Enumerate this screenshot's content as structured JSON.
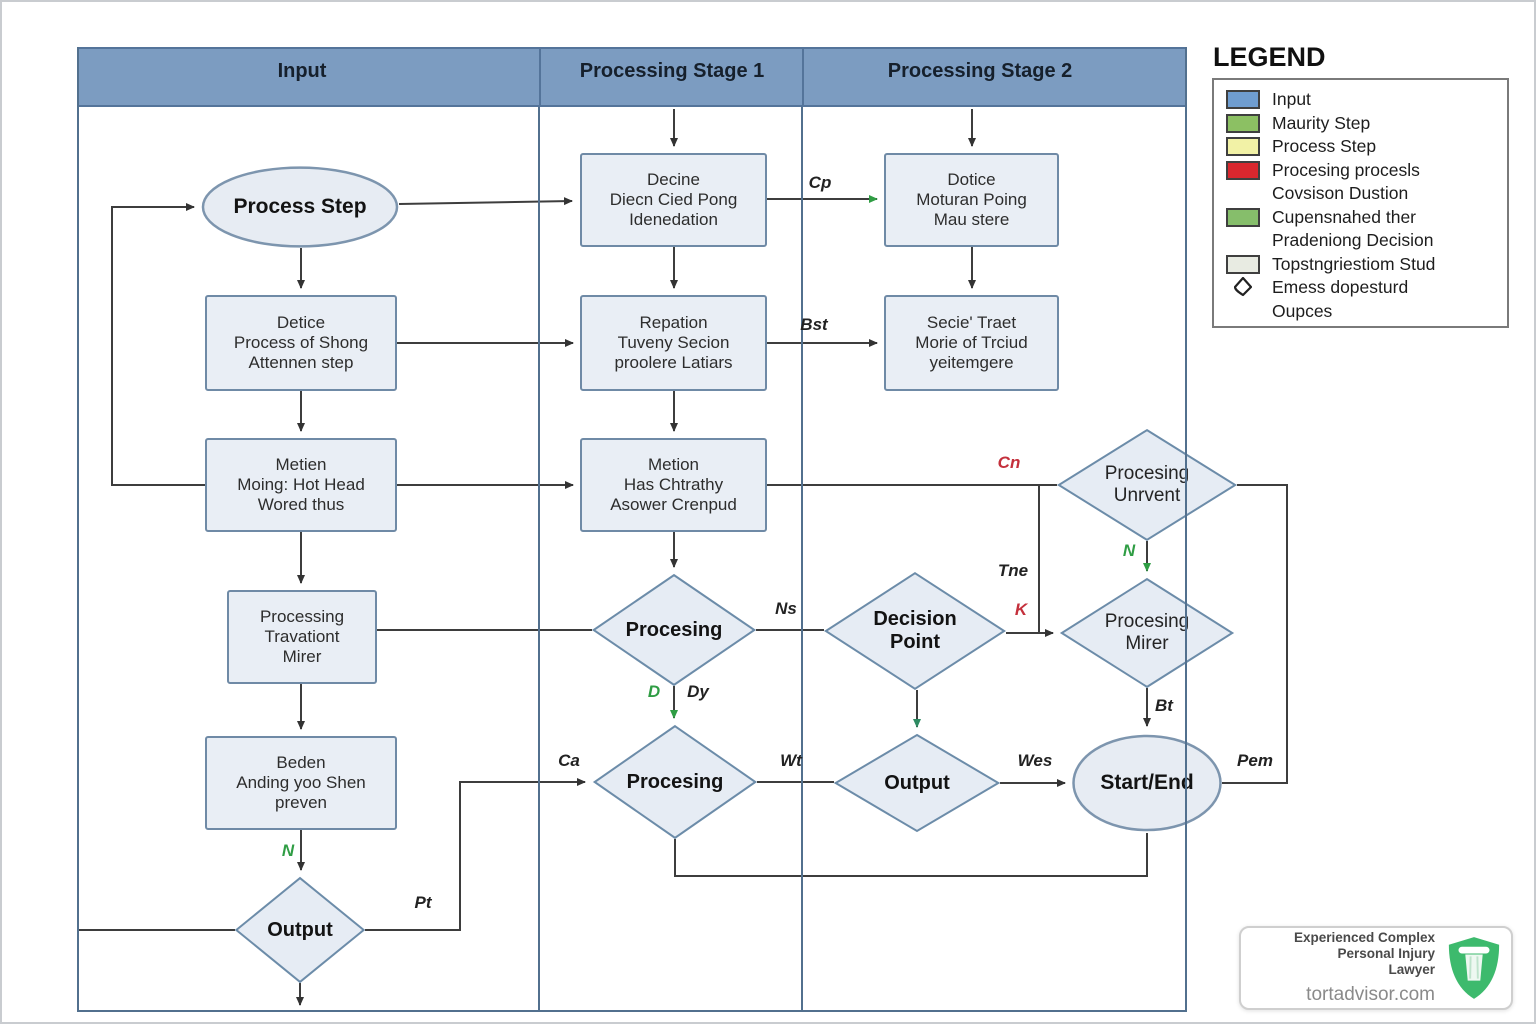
{
  "header": {
    "lanes": [
      {
        "label": "Input"
      },
      {
        "label": "Processing Stage 1"
      },
      {
        "label": "Processing Stage 2"
      }
    ]
  },
  "nodes": {
    "process_step": {
      "label": "Process Step"
    },
    "detice": {
      "lines": [
        "Detice",
        "Process of Shong",
        "Attennen step"
      ]
    },
    "metien": {
      "lines": [
        "Metien",
        "Moing: Hot Head",
        "Wored thus"
      ]
    },
    "travationt": {
      "lines": [
        "Processing",
        "Travationt",
        "Mirer"
      ]
    },
    "beden": {
      "lines": [
        "Beden",
        "Anding yoo Shen",
        "preven"
      ]
    },
    "output1": {
      "label": "Output"
    },
    "decine": {
      "lines": [
        "Decine",
        "Diecn Cied Pong",
        "Idenedation"
      ]
    },
    "repation": {
      "lines": [
        "Repation",
        "Tuveny Secion",
        "proolere Latiars"
      ]
    },
    "metion": {
      "lines": [
        "Metion",
        "Has Chtrathy",
        "Asower Crenpud"
      ]
    },
    "procesing_upper": {
      "label": "Procesing"
    },
    "procesing_lower": {
      "label": "Procesing"
    },
    "dotice": {
      "lines": [
        "Dotice",
        "Moturan Poing",
        "Mau stere"
      ]
    },
    "secie": {
      "lines": [
        "Secie' Traet",
        "Morie of Trciud",
        "yeitemgere"
      ]
    },
    "decision_point": {
      "lines": [
        "Decision",
        "Point"
      ]
    },
    "output2": {
      "label": "Output"
    },
    "unvent": {
      "lines": [
        "Procesing",
        "Unrvent"
      ]
    },
    "mirer": {
      "lines": [
        "Procesing",
        "Mirer"
      ]
    },
    "start_end": {
      "label": "Start/End"
    }
  },
  "edge_labels": {
    "cp": "Cp",
    "bst": "Bst",
    "cn": "Cn",
    "tne": "Tne",
    "k": "K",
    "n_unvent": "N",
    "ns": "Ns",
    "d": "D",
    "dy": "Dy",
    "wt": "Wt",
    "wes": "Wes",
    "bt": "Bt",
    "pem": "Pem",
    "pt": "Pt",
    "ca": "Ca",
    "n_beden": "N"
  },
  "legend": {
    "title": "LEGEND",
    "items": [
      {
        "swatch": "blue",
        "lines": [
          "Input"
        ]
      },
      {
        "swatch": "green",
        "lines": [
          "Maurity Step"
        ]
      },
      {
        "swatch": "yellow",
        "lines": [
          "Process Step"
        ]
      },
      {
        "swatch": "red",
        "lines": [
          "Procesing procesls",
          "Covsison Dustion"
        ]
      },
      {
        "swatch": "green2",
        "lines": [
          "Cupensnahed ther",
          "Pradeniong Decision"
        ]
      },
      {
        "swatch": "gray",
        "lines": [
          "Topstngriestiom Stud"
        ]
      },
      {
        "swatch": "diamond",
        "lines": [
          "Emess dopesturd",
          "Oupces"
        ]
      }
    ]
  },
  "watermark": {
    "line1": "Experienced Complex Personal Injury",
    "line2": "Lawyer",
    "site": "tortadvisor.com"
  },
  "colors": {
    "header_fill": "#7c9cc1",
    "node_fill": "#e9eef5",
    "node_border": "#6f8aa6",
    "line": "#3d3d3d",
    "green": "#2f9d44",
    "red": "#c4303c",
    "shield_green": "#3dba6d"
  }
}
